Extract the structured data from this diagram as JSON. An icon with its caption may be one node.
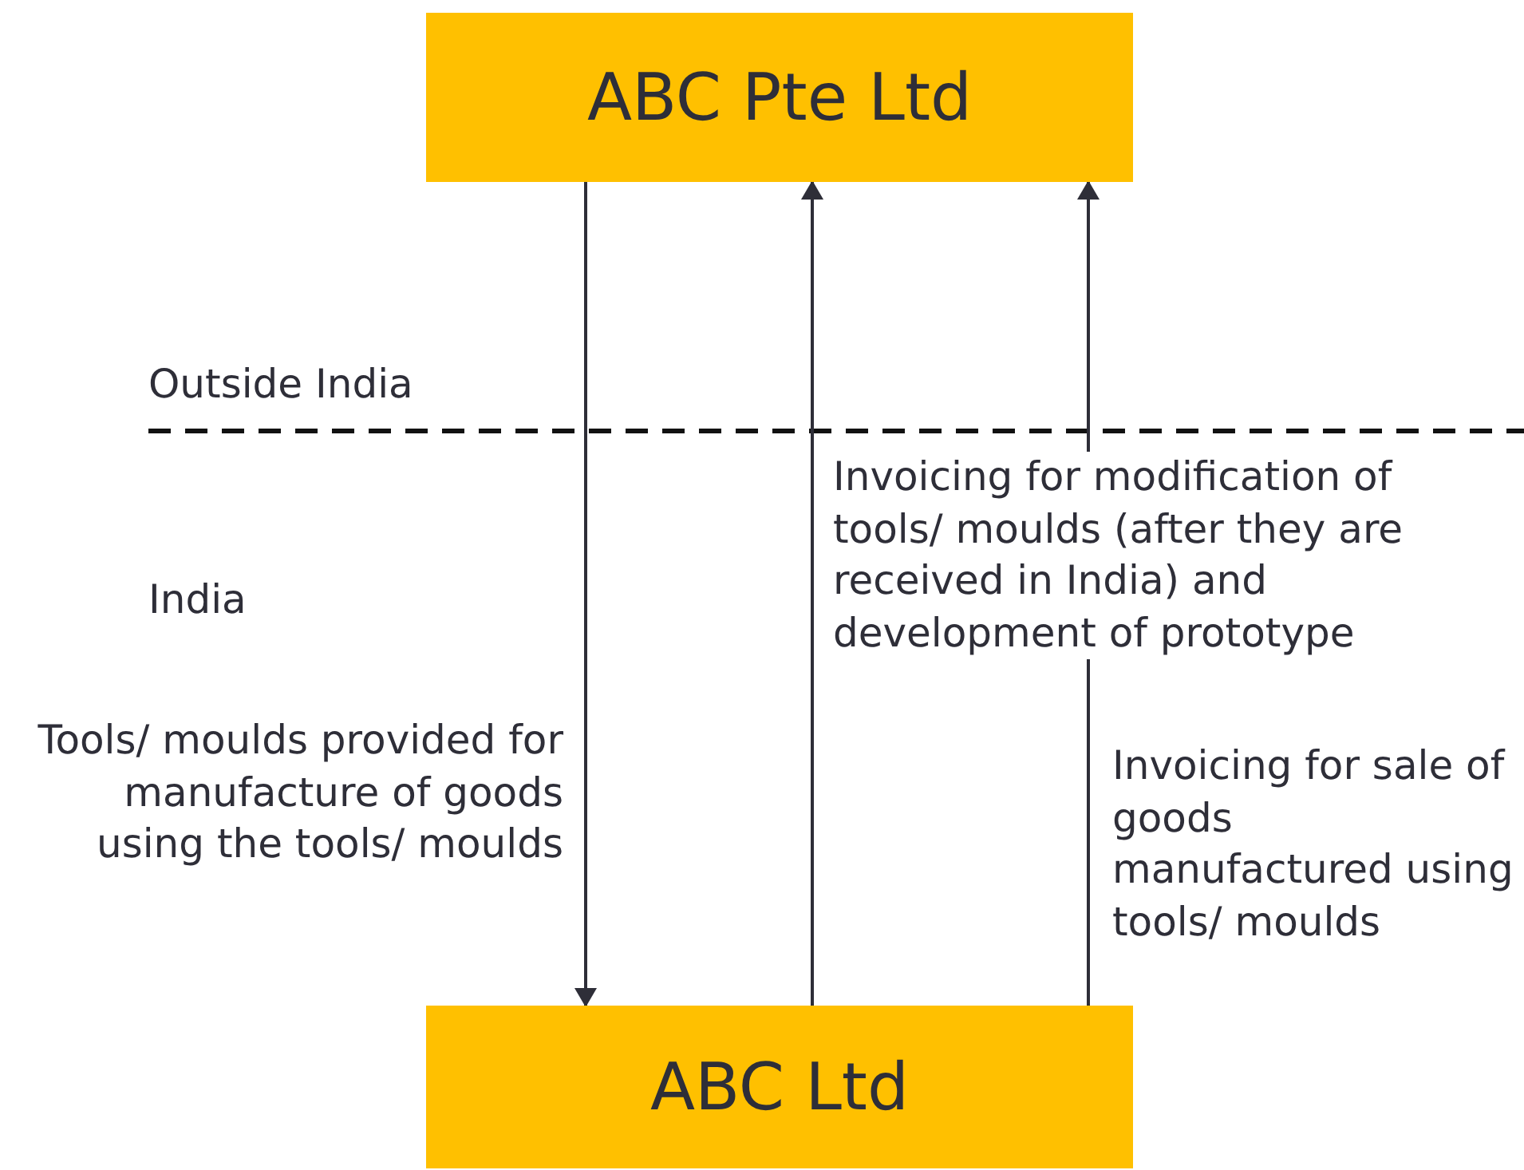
{
  "diagram": {
    "nodes": [
      {
        "text": [
          "ABC Pte Ltd"
        ]
      },
      {
        "text": [
          "ABC Ltd"
        ]
      }
    ],
    "edges": [
      {
        "from": 0,
        "to": 1,
        "arrow": "to",
        "label": "Tools/ moulds provided for manufacture of goods using the tools/ moulds"
      },
      {
        "from": 1,
        "to": 0,
        "arrow": "to",
        "label": "Invoicing for modification of tools/ moulds (after they are received in India) and development of prototype"
      },
      {
        "from": 1,
        "to": 0,
        "arrow": "to",
        "label": "Invoicing for sale of goods manufactured using tools/ moulds"
      }
    ],
    "labels": [
      "Outside India",
      "India"
    ]
  }
}
